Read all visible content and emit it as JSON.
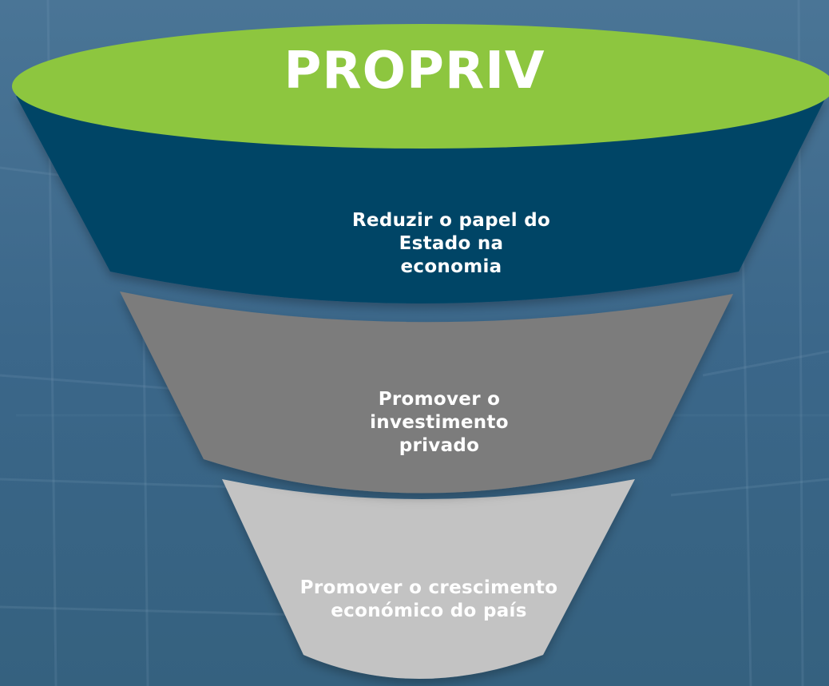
{
  "diagram": {
    "title": "PROPRIV",
    "levels": [
      {
        "text": "Reduzir o papel do Estado na economia",
        "color": "#064466"
      },
      {
        "text": "Promover o investimento privado",
        "color": "#7b7b7b"
      },
      {
        "text": "Promover o crescimento económico do país",
        "color": "#c3c3c3"
      }
    ],
    "top_ellipse_color": "#8dc63f",
    "background_color": "#3f6b8e"
  }
}
